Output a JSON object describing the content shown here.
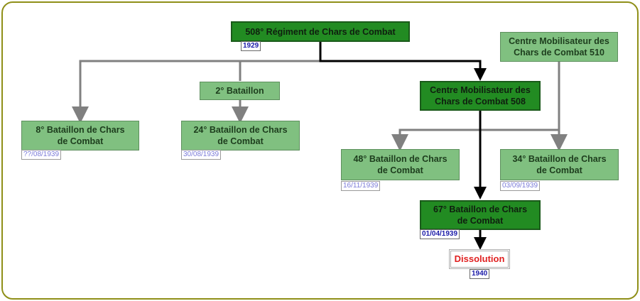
{
  "nodes": {
    "r508": {
      "label": "508° Régiment de Chars de Combat",
      "date": "1929"
    },
    "cm510": {
      "label": "Centre Mobilisateur des\nChars de Combat 510"
    },
    "b2": {
      "label": "2° Bataillon"
    },
    "cm508": {
      "label": "Centre Mobilisateur des\nChars de Combat 508"
    },
    "bcc8": {
      "label": "8° Bataillon de Chars\nde Combat",
      "date": "??/08/1939"
    },
    "bcc24": {
      "label": "24° Bataillon de Chars\nde Combat",
      "date": "30/08/1939"
    },
    "bcc48": {
      "label": "48° Bataillon de Chars\nde Combat",
      "date": "16/11/1939"
    },
    "bcc34": {
      "label": "34° Bataillon de Chars\nde Combat",
      "date": "03/09/1939"
    },
    "bcc67": {
      "label": "67° Bataillon de Chars\nde Combat",
      "date": "01/04/1939"
    },
    "dissolution": {
      "label": "Dissolution",
      "date": "1940"
    }
  },
  "colors": {
    "frame": "#8f8f18",
    "light_node": "#80c080",
    "dark_node": "#228b22",
    "gray_link": "#808080",
    "black_link": "#000000",
    "dissolution_text": "#e02020"
  }
}
